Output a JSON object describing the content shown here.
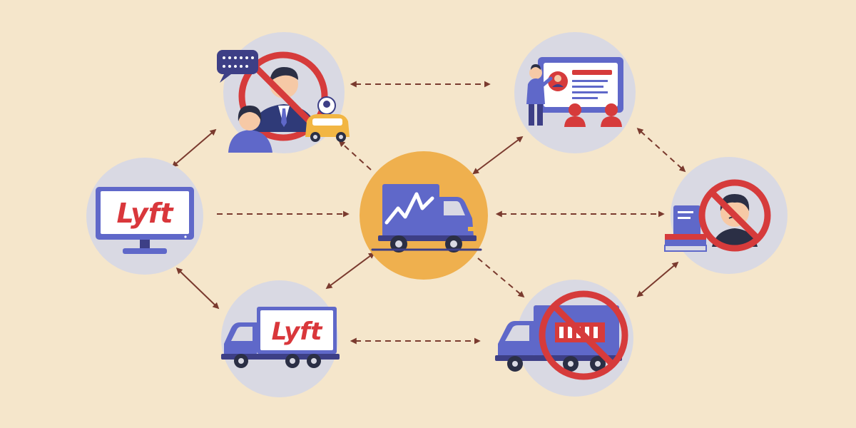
{
  "colors": {
    "background": "#f5e6cb",
    "node_circle": "#d9d9e3",
    "center_circle": "#efb04e",
    "brand_red": "#d9373b",
    "truck_blue": "#5f68c9",
    "truck_dark": "#3d3f86",
    "arrow": "#7a3a2e",
    "prohibit": "#d63b3b",
    "skin": "#f6c9a6",
    "hair": "#2b2f45",
    "taxi_yellow": "#f2b643"
  },
  "diagram": {
    "nodes": [
      {
        "id": "center-truck",
        "icon": "delivery-truck-zigzag-icon"
      },
      {
        "id": "no-business-meeting",
        "icon": "prohibited-businessman-icon"
      },
      {
        "id": "presentation",
        "icon": "presenter-screen-icon"
      },
      {
        "id": "lyft-monitor",
        "icon": "computer-monitor-icon",
        "brand": "Lyft"
      },
      {
        "id": "no-person-document",
        "icon": "prohibited-person-icon"
      },
      {
        "id": "lyft-truck",
        "icon": "lyft-truck-icon",
        "brand": "Lyft"
      },
      {
        "id": "no-truck-cargo",
        "icon": "prohibited-truck-icon"
      }
    ],
    "edges": [
      {
        "from": "no-business-meeting",
        "to": "presentation",
        "style": "dashed",
        "heads": "both"
      },
      {
        "from": "lyft-monitor",
        "to": "no-business-meeting",
        "style": "solid",
        "heads": "both"
      },
      {
        "from": "center-truck",
        "to": "no-business-meeting",
        "style": "dashed",
        "heads": "end"
      },
      {
        "from": "center-truck",
        "to": "presentation",
        "style": "solid",
        "heads": "both"
      },
      {
        "from": "presentation",
        "to": "no-person-document",
        "style": "dashed",
        "heads": "both"
      },
      {
        "from": "lyft-monitor",
        "to": "center-truck",
        "style": "dashed",
        "heads": "end"
      },
      {
        "from": "center-truck",
        "to": "no-person-document",
        "style": "dashed",
        "heads": "both"
      },
      {
        "from": "lyft-monitor",
        "to": "lyft-truck",
        "style": "solid",
        "heads": "both"
      },
      {
        "from": "center-truck",
        "to": "lyft-truck",
        "style": "solid",
        "heads": "both"
      },
      {
        "from": "center-truck",
        "to": "no-truck-cargo",
        "style": "dashed",
        "heads": "end"
      },
      {
        "from": "lyft-truck",
        "to": "no-truck-cargo",
        "style": "dashed",
        "heads": "both"
      },
      {
        "from": "no-truck-cargo",
        "to": "no-person-document",
        "style": "solid",
        "heads": "both"
      }
    ]
  }
}
